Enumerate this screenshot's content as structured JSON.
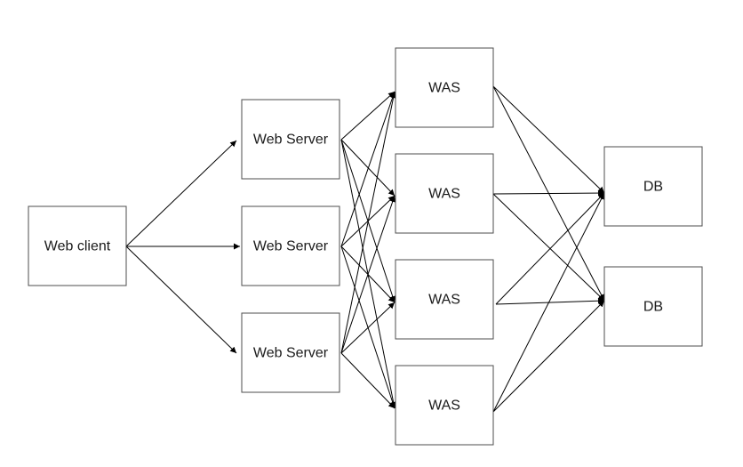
{
  "diagram": {
    "nodes": [
      {
        "id": "client",
        "label": "Web client"
      },
      {
        "id": "ws1",
        "label": "Web Server"
      },
      {
        "id": "ws2",
        "label": "Web Server"
      },
      {
        "id": "ws3",
        "label": "Web Server"
      },
      {
        "id": "was1",
        "label": "WAS"
      },
      {
        "id": "was2",
        "label": "WAS"
      },
      {
        "id": "was3",
        "label": "WAS"
      },
      {
        "id": "was4",
        "label": "WAS"
      },
      {
        "id": "db1",
        "label": "DB"
      },
      {
        "id": "db2",
        "label": "DB"
      }
    ],
    "edges": [
      {
        "from": "client",
        "to": "ws1"
      },
      {
        "from": "client",
        "to": "ws2"
      },
      {
        "from": "client",
        "to": "ws3"
      },
      {
        "from": "ws1",
        "to": "was1"
      },
      {
        "from": "ws1",
        "to": "was2"
      },
      {
        "from": "ws1",
        "to": "was3"
      },
      {
        "from": "ws1",
        "to": "was4"
      },
      {
        "from": "ws2",
        "to": "was1"
      },
      {
        "from": "ws2",
        "to": "was2"
      },
      {
        "from": "ws2",
        "to": "was3"
      },
      {
        "from": "ws2",
        "to": "was4"
      },
      {
        "from": "ws3",
        "to": "was1"
      },
      {
        "from": "ws3",
        "to": "was2"
      },
      {
        "from": "ws3",
        "to": "was3"
      },
      {
        "from": "ws3",
        "to": "was4"
      },
      {
        "from": "was1",
        "to": "db1"
      },
      {
        "from": "was1",
        "to": "db2"
      },
      {
        "from": "was2",
        "to": "db1"
      },
      {
        "from": "was2",
        "to": "db2"
      },
      {
        "from": "was3",
        "to": "db1"
      },
      {
        "from": "was3",
        "to": "db2"
      },
      {
        "from": "was4",
        "to": "db1"
      },
      {
        "from": "was4",
        "to": "db2"
      }
    ],
    "colors": {
      "box_stroke": "#4d4d4d",
      "edge": "#000000",
      "text": "#1a1a1a",
      "background": "#ffffff"
    }
  }
}
